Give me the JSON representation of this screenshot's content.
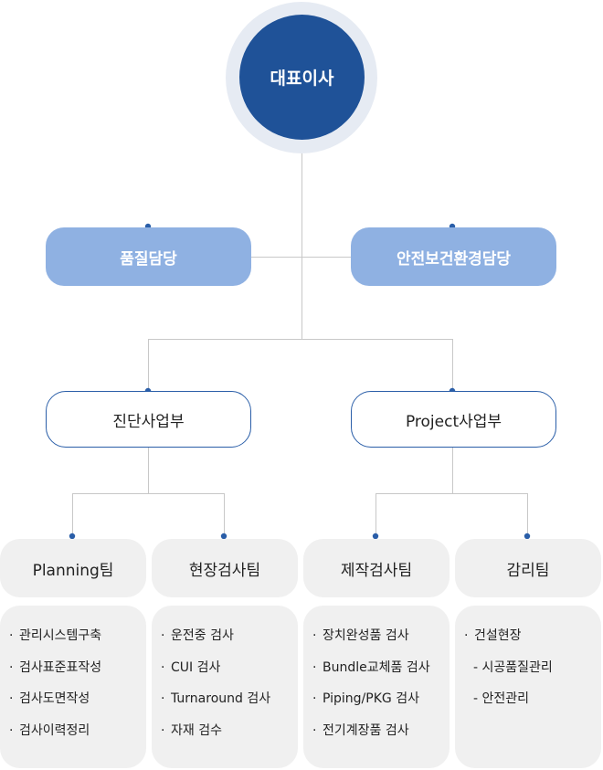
{
  "colors": {
    "ceo": "#1f5298",
    "ceo_ring": "#e6ebf3",
    "staff": "#8fb1e2",
    "division_border": "#2a5ea8",
    "team_fill": "#f0f0f0",
    "connector_line": "#c8c8c8",
    "connector_dot": "#2a5ea8"
  },
  "ceo": {
    "label": "대표이사"
  },
  "staff": [
    {
      "label": "품질담당"
    },
    {
      "label": "안전보건환경담당"
    }
  ],
  "divisions": [
    {
      "label": "진단사업부"
    },
    {
      "label": "Project사업부"
    }
  ],
  "teams": [
    {
      "label": "Planning팀",
      "tasks": [
        {
          "text": "관리시스템구축",
          "bullet": "·"
        },
        {
          "text": "검사표준표작성",
          "bullet": "·"
        },
        {
          "text": "검사도면작성",
          "bullet": "·"
        },
        {
          "text": "검사이력정리",
          "bullet": "·"
        }
      ]
    },
    {
      "label": "현장검사팀",
      "tasks": [
        {
          "text": "운전중 검사",
          "bullet": "·"
        },
        {
          "text": "CUI 검사",
          "bullet": "·"
        },
        {
          "text": "Turnaround 검사",
          "bullet": "·"
        },
        {
          "text": "자재 검수",
          "bullet": "·"
        }
      ]
    },
    {
      "label": "제작검사팀",
      "tasks": [
        {
          "text": "장치완성품 검사",
          "bullet": "·"
        },
        {
          "text": "Bundle교체품 검사",
          "bullet": "·"
        },
        {
          "text": "Piping/PKG 검사",
          "bullet": "·"
        },
        {
          "text": "전기계장품 검사",
          "bullet": "·"
        }
      ]
    },
    {
      "label": "감리팀",
      "tasks": [
        {
          "text": "건설현장",
          "bullet": "·"
        },
        {
          "text": "- 시공품질관리",
          "bullet": ""
        },
        {
          "text": "- 안전관리",
          "bullet": ""
        }
      ]
    }
  ]
}
